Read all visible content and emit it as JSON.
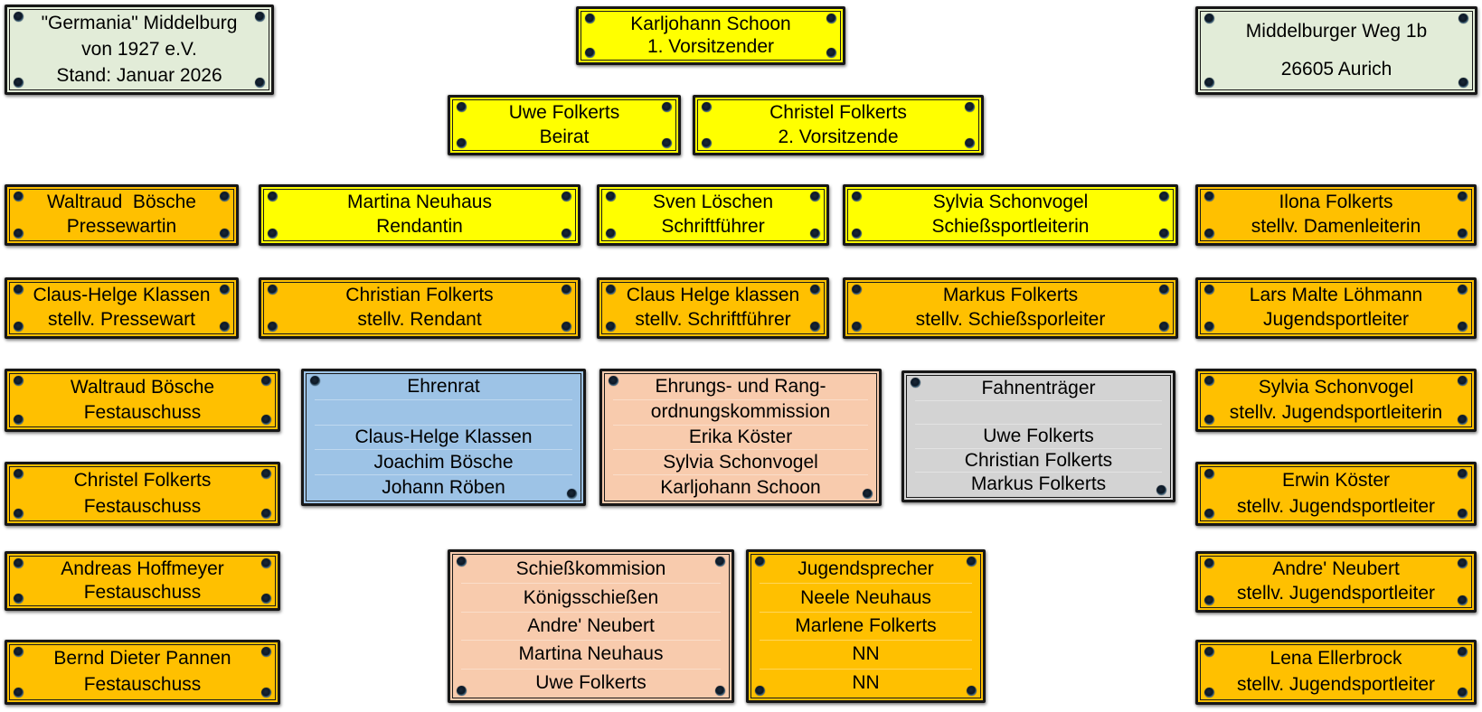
{
  "colors": {
    "green": "#e2ecd8",
    "yellow": "#ffff00",
    "orange": "#ffc000",
    "blue": "#9dc3e6",
    "peach": "#f8cbad",
    "gray": "#d3d3d3",
    "frame": "#171717",
    "text": "#000000"
  },
  "plaques": {
    "club_info": {
      "color": "green",
      "lines": [
        "\"Germania\" Middelburg",
        "von 1927 e.V.",
        "Stand: Januar 2026"
      ]
    },
    "chairman": {
      "color": "yellow",
      "lines": [
        "Karljohann Schoon",
        "1. Vorsitzender"
      ]
    },
    "address": {
      "color": "green",
      "lines": [
        "Middelburger Weg 1b",
        "26605 Aurich"
      ]
    },
    "beirat": {
      "color": "yellow",
      "lines": [
        "Uwe Folkerts",
        "Beirat"
      ]
    },
    "second_chair": {
      "color": "yellow",
      "lines": [
        "Christel Folkerts",
        "2. Vorsitzende"
      ]
    },
    "pressewartin": {
      "color": "orange",
      "lines": [
        "Waltraud  Bösche",
        "Pressewartin"
      ]
    },
    "rendantin": {
      "color": "yellow",
      "lines": [
        "Martina Neuhaus",
        "Rendantin"
      ]
    },
    "schriftfuehrer": {
      "color": "yellow",
      "lines": [
        "Sven Löschen",
        "Schriftführer"
      ]
    },
    "schiessportleiterin": {
      "color": "yellow",
      "lines": [
        "Sylvia Schonvogel",
        "Schießsportleiterin"
      ]
    },
    "damenleiterin_stellv": {
      "color": "orange",
      "lines": [
        "Ilona Folkerts",
        "stellv. Damenleiterin"
      ]
    },
    "pressewart_stellv": {
      "color": "orange",
      "lines": [
        "Claus-Helge Klassen",
        "stellv. Pressewart"
      ]
    },
    "rendant_stellv": {
      "color": "orange",
      "lines": [
        "Christian Folkerts",
        "stellv. Rendant"
      ]
    },
    "schriftfuehrer_stellv": {
      "color": "orange",
      "lines": [
        "Claus Helge klassen",
        "stellv. Schriftführer"
      ]
    },
    "schiessporleiter_stellv": {
      "color": "orange",
      "lines": [
        "Markus Folkerts",
        "stellv. Schießsporleiter"
      ]
    },
    "jugendsportleiter": {
      "color": "orange",
      "lines": [
        "Lars Malte Löhmann",
        "Jugendsportleiter"
      ]
    },
    "festauschuss_1": {
      "color": "orange",
      "lines": [
        "Waltraud Bösche",
        "Festauschuss"
      ]
    },
    "ehrenrat": {
      "color": "blue",
      "lines": [
        "Ehrenrat",
        "",
        "Claus-Helge Klassen",
        "Joachim Bösche",
        "Johann Röben"
      ]
    },
    "ehrungskommission": {
      "color": "peach",
      "lines": [
        "Ehrungs- und Rang-",
        "ordnungskommission",
        "Erika Köster",
        "Sylvia Schonvogel",
        "Karljohann Schoon"
      ]
    },
    "fahnentraeger": {
      "color": "gray",
      "lines": [
        "Fahnenträger",
        "",
        "Uwe Folkerts",
        "Christian Folkerts",
        "Markus Folkerts"
      ]
    },
    "jugendsportleiterin_stellv": {
      "color": "orange",
      "lines": [
        "Sylvia Schonvogel",
        "stellv. Jugendsportleiterin"
      ]
    },
    "festauschuss_2": {
      "color": "orange",
      "lines": [
        "Christel Folkerts",
        "Festauschuss"
      ]
    },
    "jugendsportleiter_stellv_1": {
      "color": "orange",
      "lines": [
        "Erwin Köster",
        "stellv. Jugendsportleiter"
      ]
    },
    "festauschuss_3": {
      "color": "orange",
      "lines": [
        "Andreas Hoffmeyer",
        "Festauschuss"
      ]
    },
    "schiesskommision": {
      "color": "peach",
      "lines": [
        "Schießkommision",
        "Königsschießen",
        "Andre' Neubert",
        "Martina Neuhaus",
        "Uwe Folkerts"
      ]
    },
    "jugendsprecher": {
      "color": "orange",
      "lines": [
        "Jugendsprecher",
        "Neele Neuhaus",
        "Marlene Folkerts",
        "NN",
        "NN"
      ]
    },
    "jugendsportleiter_stellv_2": {
      "color": "orange",
      "lines": [
        "Andre' Neubert",
        "stellv. Jugendsportleiter"
      ]
    },
    "festauschuss_4": {
      "color": "orange",
      "lines": [
        "Bernd Dieter Pannen",
        "Festauschuss"
      ]
    },
    "jugendsportleiter_stellv_3": {
      "color": "orange",
      "lines": [
        "Lena Ellerbrock",
        "stellv. Jugendsportleiter"
      ]
    }
  }
}
